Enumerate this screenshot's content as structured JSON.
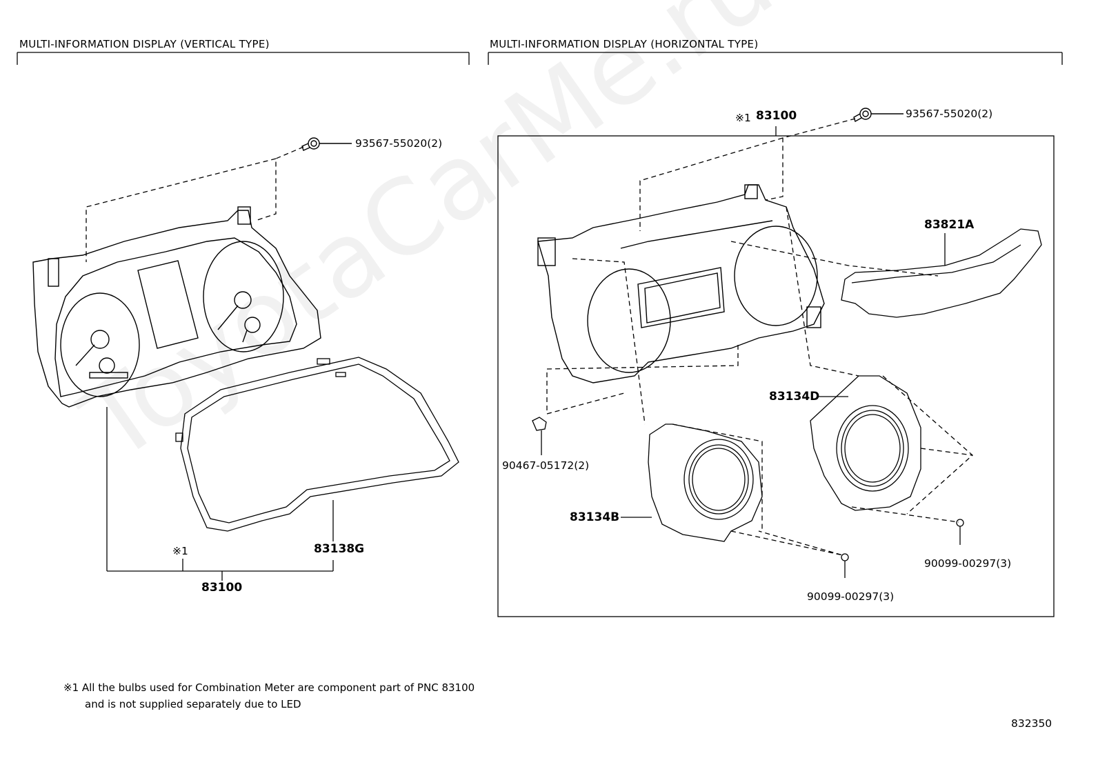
{
  "headers": {
    "vertical": "MULTI-INFORMATION DISPLAY (VERTICAL TYPE)",
    "horizontal": "MULTI-INFORMATION DISPLAY (HORIZONTAL TYPE)"
  },
  "watermark": "ToyotaCarMe.ru",
  "vertical_parts": {
    "screw": "93567-55020(2)",
    "glass": "83138G",
    "assembly": "83100",
    "note_mark": "※1"
  },
  "horizontal_parts": {
    "assembly_mark": "※1",
    "assembly": "83100",
    "screw_top": "93567-55020(2)",
    "panel": "83821A",
    "ring_right": "83134D",
    "clip": "90467-05172(2)",
    "ring_left": "83134B",
    "screw_right": "90099-00297(3)",
    "screw_bottom": "90099-00297(3)"
  },
  "footnote": {
    "line1": "※1 All the bulbs used for Combination Meter are component part of PNC 83100",
    "line2": "and is not supplied separately due to LED"
  },
  "figure_id": "832350"
}
